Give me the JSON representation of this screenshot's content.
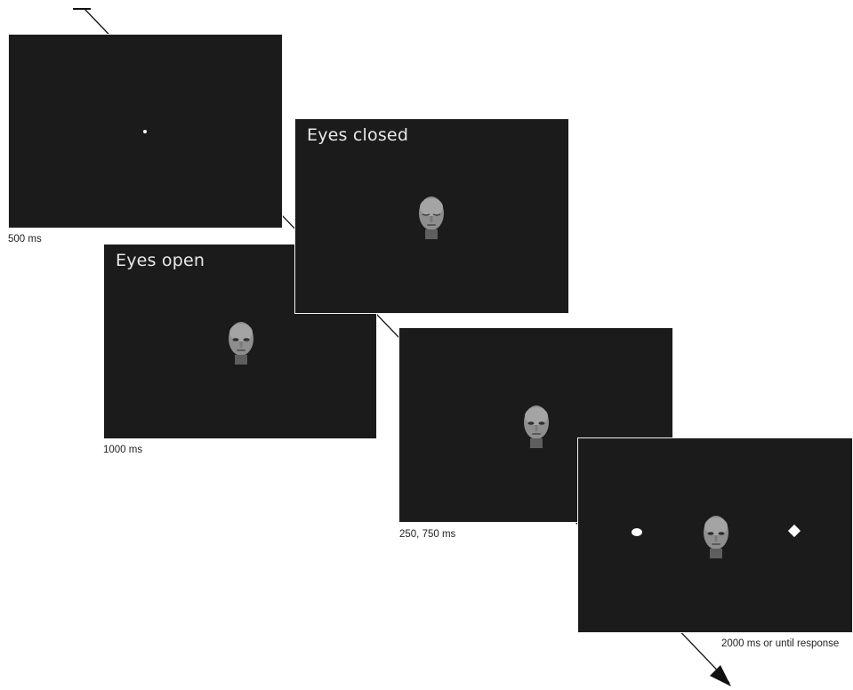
{
  "screens": [
    {
      "title": "",
      "duration": "500 ms"
    },
    {
      "title": "Eyes open",
      "duration": "1000 ms"
    },
    {
      "title": "Eyes closed",
      "duration": ""
    },
    {
      "title": "",
      "duration": "250, 750 ms"
    },
    {
      "title": "",
      "duration": "2000 ms or until response"
    }
  ],
  "colors": {
    "screen_background": "#1b1b1b",
    "screen_border": "#f2f2f2",
    "label_text": "#222222",
    "title_text": "#e9e9e9",
    "stimulus": "#ffffff"
  },
  "icons": {
    "fixation": "fixation-cross",
    "face": "face-icon",
    "targets": "diamond-target",
    "arrow": "time-arrow"
  }
}
